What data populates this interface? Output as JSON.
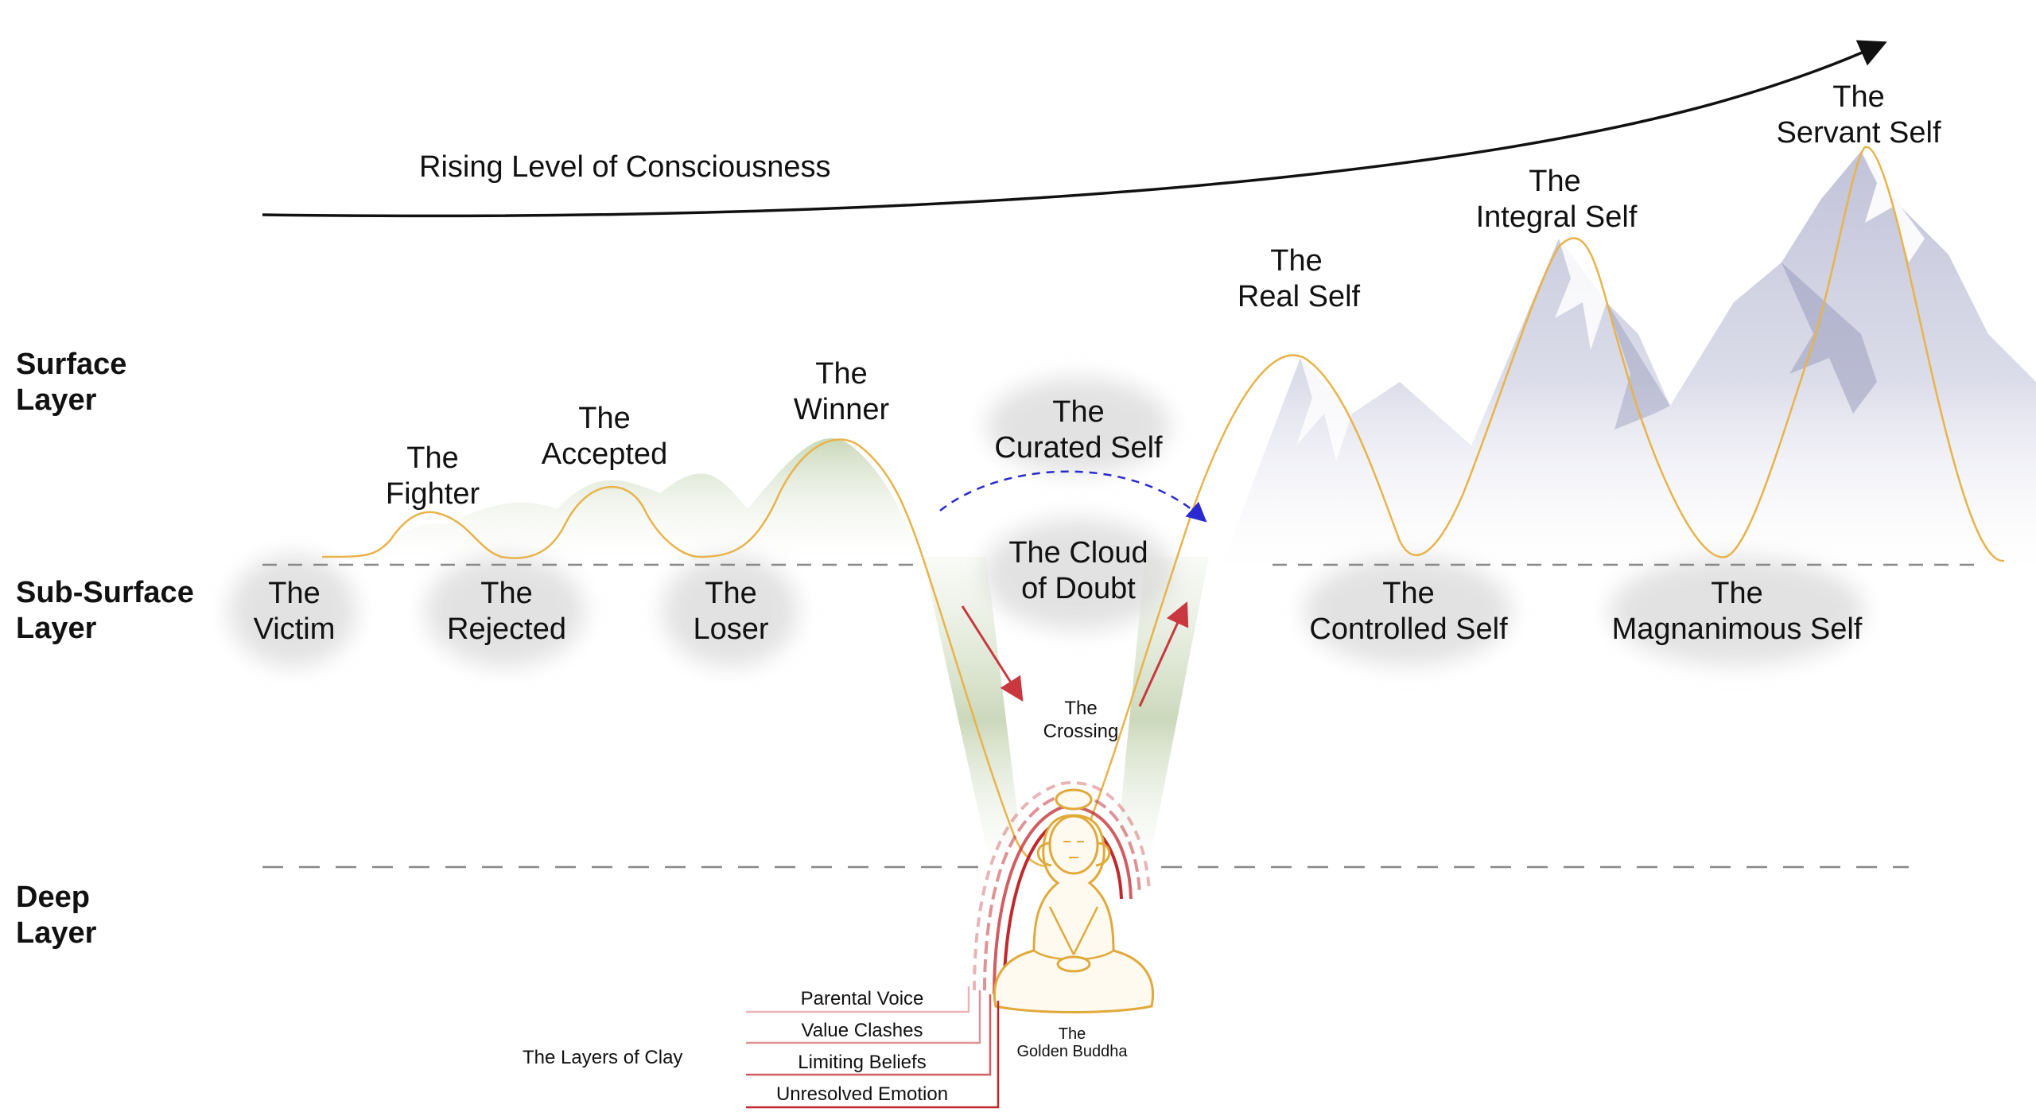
{
  "arrow_label": "Rising Level of Consciousness",
  "layers": {
    "surface": [
      "Surface",
      "Layer"
    ],
    "subsurface": [
      "Sub-Surface",
      "Layer"
    ],
    "deep": [
      "Deep",
      "Layer"
    ]
  },
  "surface_selves": {
    "fighter": [
      "The",
      "Fighter"
    ],
    "accepted": [
      "The",
      "Accepted"
    ],
    "winner": [
      "The",
      "Winner"
    ],
    "curated": [
      "The",
      "Curated Self"
    ],
    "real": [
      "The",
      "Real Self"
    ],
    "integral": [
      "The",
      "Integral Self"
    ],
    "servant": [
      "The",
      "Servant Self"
    ]
  },
  "subsurface_selves": {
    "victim": [
      "The",
      "Victim"
    ],
    "rejected": [
      "The",
      "Rejected"
    ],
    "loser": [
      "The",
      "Loser"
    ],
    "cloud": [
      "The Cloud",
      "of Doubt"
    ],
    "controlled": [
      "The",
      "Controlled Self"
    ],
    "magnanimous": [
      "The",
      "Magnanimous Self"
    ]
  },
  "crossing": [
    "The",
    "Crossing"
  ],
  "buddha": [
    "The",
    "Golden Buddha"
  ],
  "clay_title": "The Layers of Clay",
  "clay_layers": [
    "Parental Voice",
    "Value Clashes",
    "Limiting Beliefs",
    "Unresolved Emotion"
  ],
  "colors": {
    "curve": "#e8b34a",
    "clay_red": "#c0282d",
    "dashed_blue": "#2a2ad0",
    "arrow_red": "#c8383e",
    "mountain": "#c7c8dc",
    "green": "#c9d8b8"
  }
}
